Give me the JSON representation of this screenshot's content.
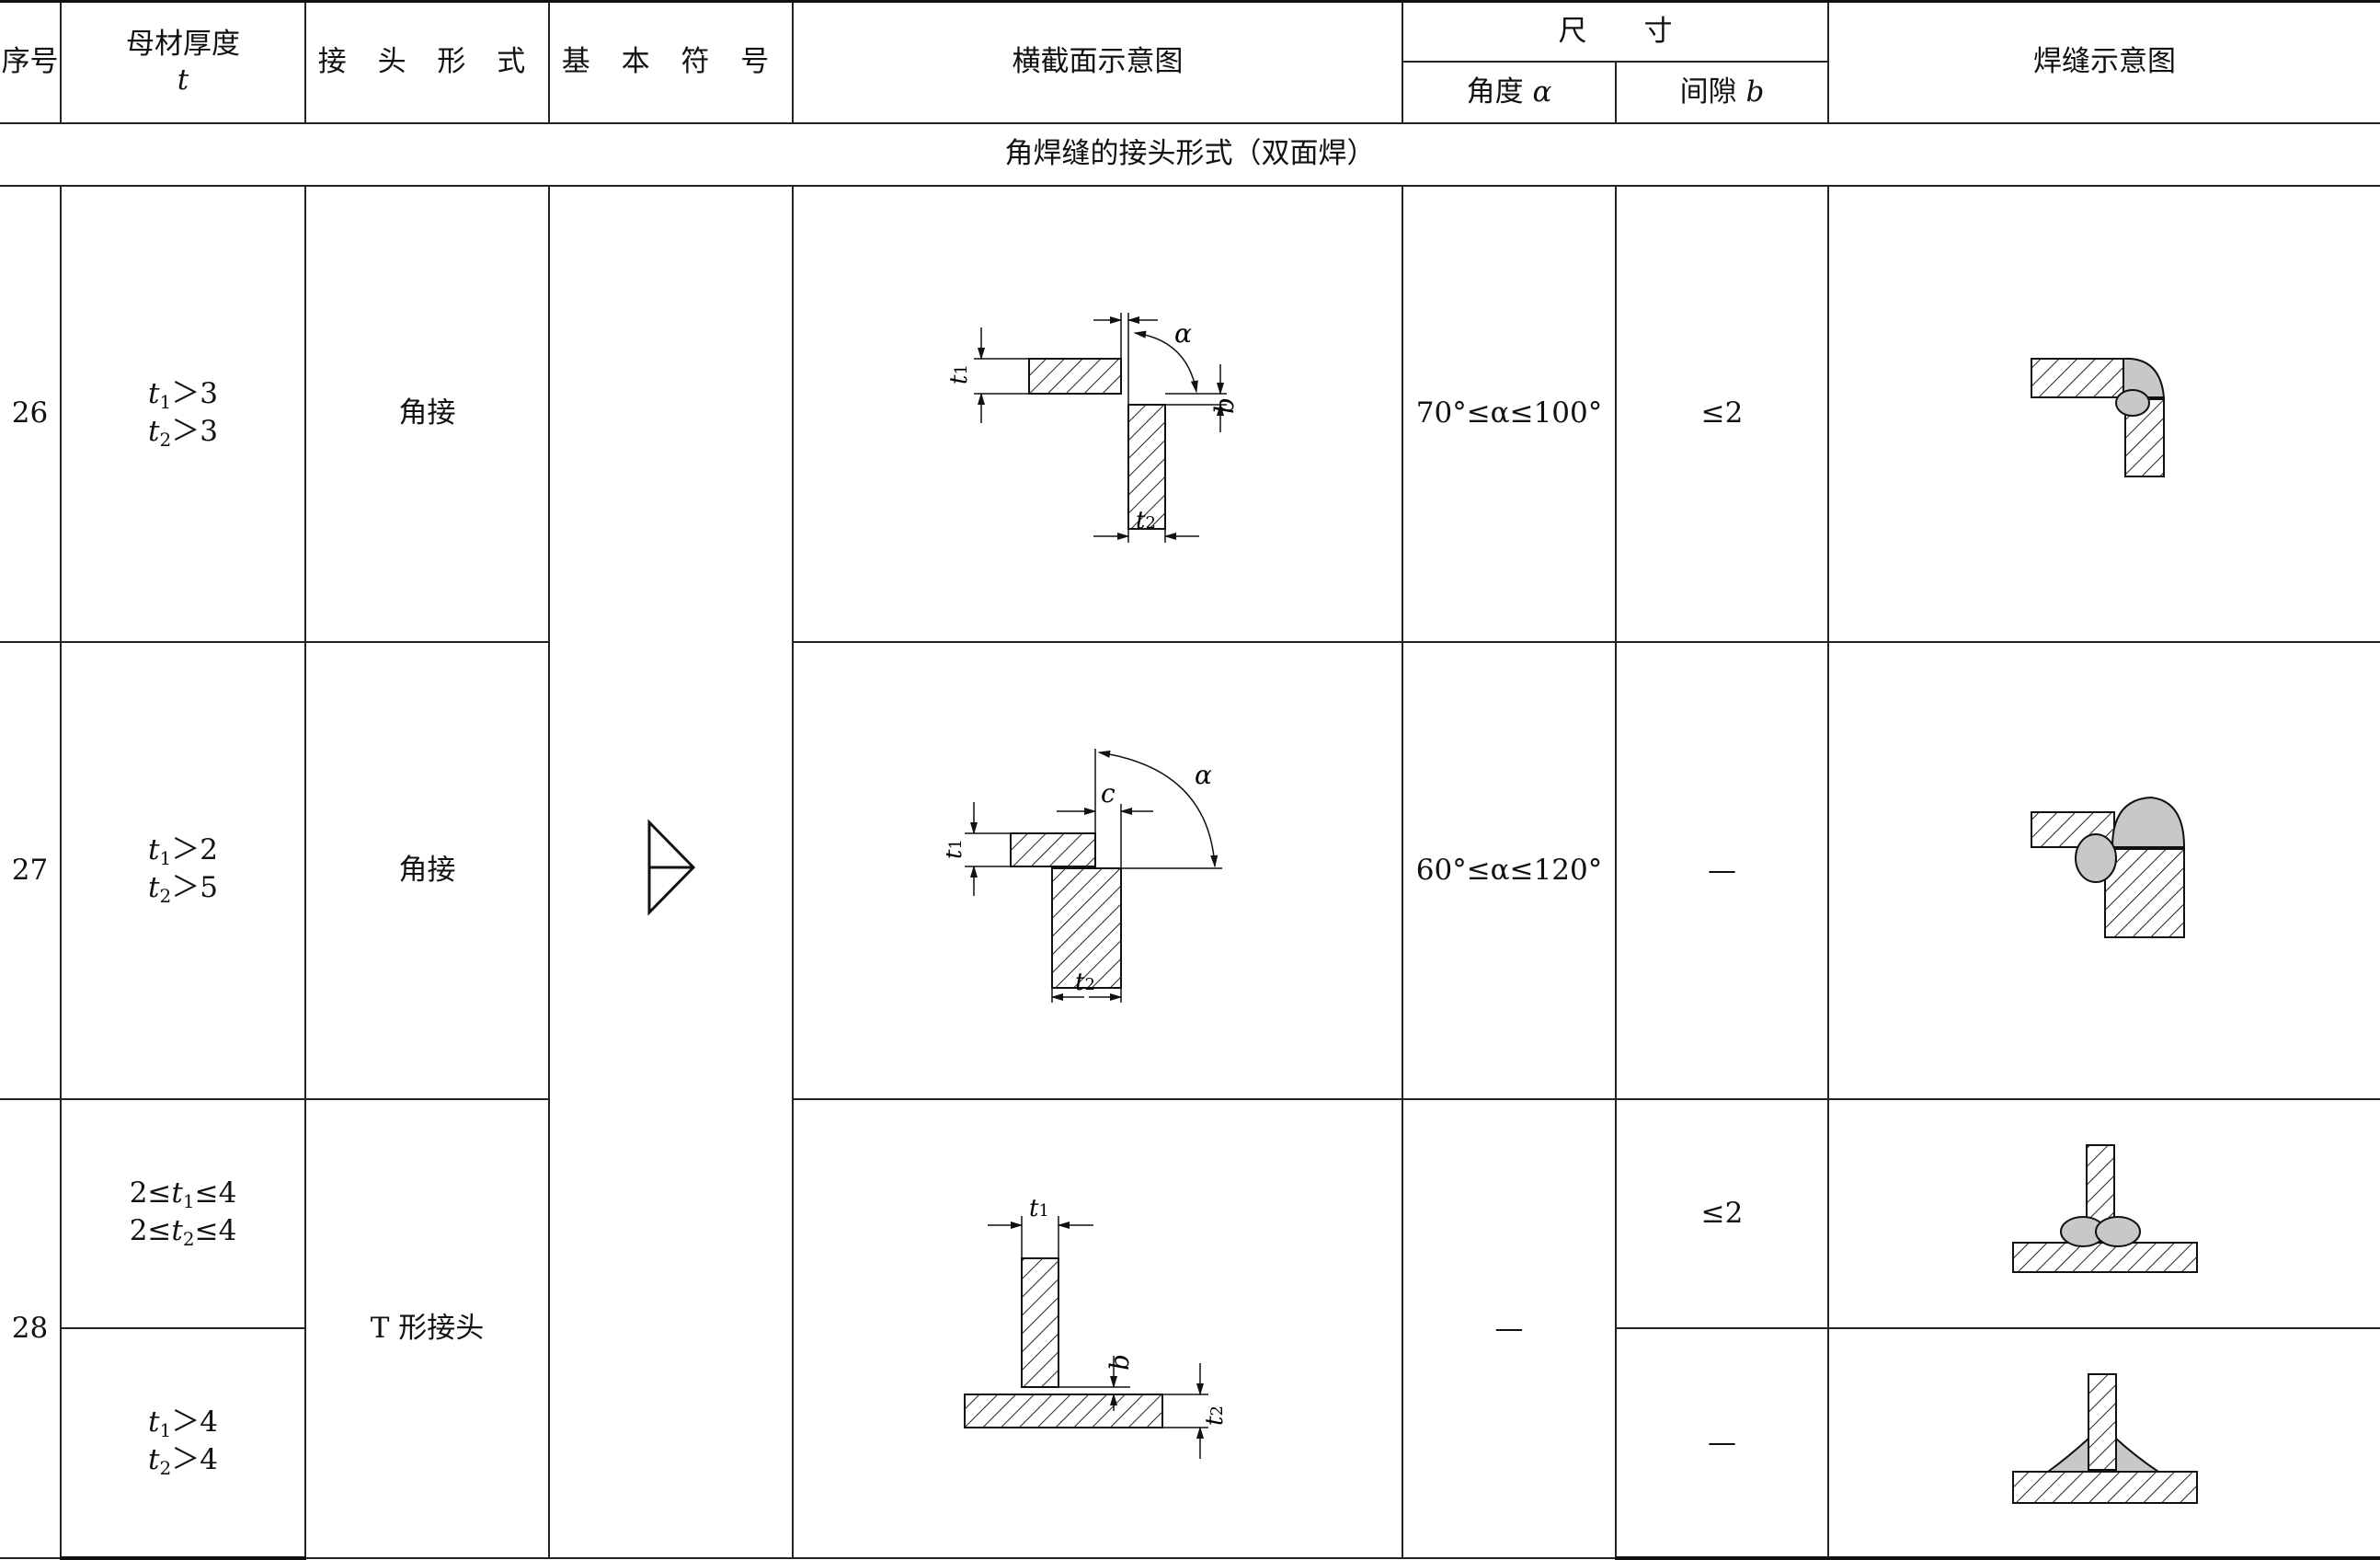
{
  "header": {
    "no": "序号",
    "thickness": "母材厚度",
    "thickness_var": "t",
    "joint_form": "接 头 形 式",
    "basic_symbol": "基 本 符 号",
    "cross_section": "横截面示意图",
    "dimensions": "尺　　寸",
    "angle": "角度",
    "angle_var": "α",
    "gap": "间隙",
    "gap_var": "b",
    "weld_sketch": "焊缝示意图"
  },
  "section_caption": "角焊缝的接头形式（双面焊）",
  "basic_symbol_icon": "fillet-weld-symbol-icon",
  "rows": [
    {
      "no": "26",
      "t1_cond": "＞3",
      "t2_cond": "＞3",
      "joint": "角接",
      "angle": "70°≤α≤100°",
      "gap": "≤2"
    },
    {
      "no": "27",
      "t1_cond": "＞2",
      "t2_cond": "＞5",
      "joint": "角接",
      "angle": "60°≤α≤120°",
      "gap": "—"
    },
    {
      "no": "28",
      "joint": "T 形接头",
      "angle": "—",
      "sub": [
        {
          "t1_pre": "2≤",
          "t1_post": "≤4",
          "t2_pre": "2≤",
          "t2_post": "≤4",
          "gap": "≤2"
        },
        {
          "t1_cond": "＞4",
          "t2_cond": "＞4",
          "gap": "—"
        }
      ]
    }
  ],
  "labels": {
    "t": "t",
    "alpha": "α",
    "b": "b",
    "c": "c",
    "sub1": "1",
    "sub2": "2"
  }
}
